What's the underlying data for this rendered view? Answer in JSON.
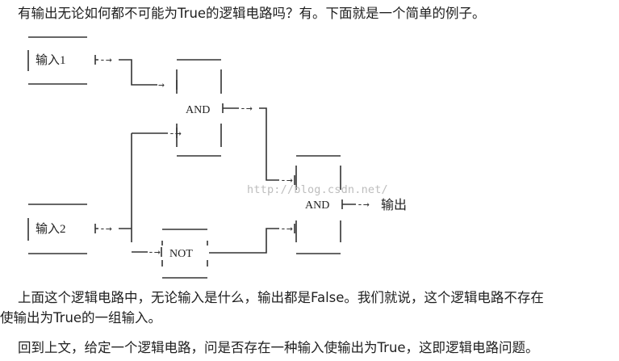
{
  "text": {
    "intro": "有输出无论如何都不可能为True的逻辑电路吗？有。下面就是一个简单的例子。",
    "body_line1": "上面这个逻辑电路中，无论输入是什么，输出都是False。我们就说，这个逻辑电路不存在",
    "body_line2": "使输出为True的一组输入。",
    "body_line3": "回到上文，给定一个逻辑电路，问是否存在一种输入使输出为True，这即逻辑电路问题。"
  },
  "circuit": {
    "input1": "输入1",
    "input2": "输入2",
    "gate_and1": "AND",
    "gate_not": "NOT",
    "gate_and2": "AND",
    "output": "输出"
  },
  "watermark": "http://blog.csdn.net/"
}
